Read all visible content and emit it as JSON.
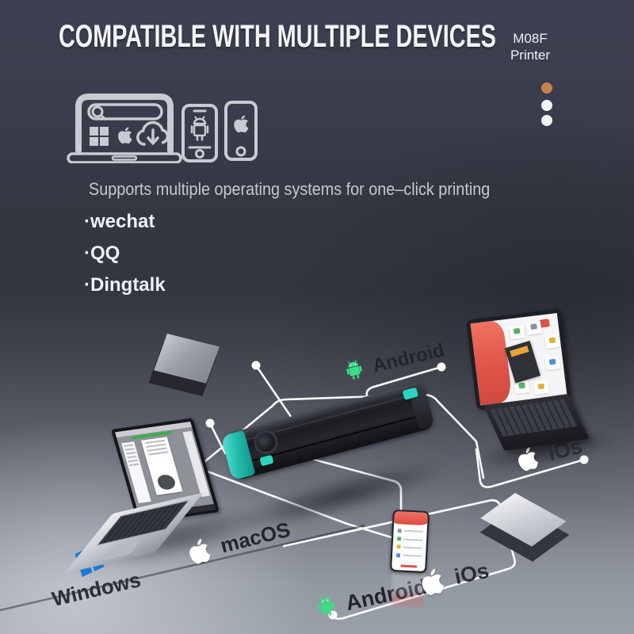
{
  "header": {
    "title": "COMPATIBLE WITH MULTIPLE DEVICES",
    "model": "M08F",
    "model_sub": "Printer",
    "subtitle": "Supports multiple operating systems for one–click printing"
  },
  "apps": {
    "items": [
      "·wechat",
      "·QQ",
      "·Dingtalk"
    ]
  },
  "scene": {
    "labels": {
      "android_top": "Android",
      "ios_top": "iOs",
      "macos": "macOS",
      "windows": "Windows",
      "android_bottom": "Android",
      "ios_bottom": "iOs"
    }
  },
  "icons": {
    "illustration": [
      "laptop-outline-icon",
      "search-bar-icon",
      "windows-logo-icon",
      "apple-logo-icon",
      "cloud-download-icon",
      "android-phone-icon",
      "iphone-icon"
    ],
    "scene": [
      "android-robot-icon",
      "apple-logo-icon",
      "windows-logo-icon"
    ]
  },
  "colors": {
    "background_top": "#3B3E4F",
    "accent_teal": "#2ED3C2",
    "android_green": "#3DDC84",
    "windows_blue": "#1E79D7",
    "dot_orange": "#C2854C",
    "connector_line": "#FFFFFF"
  }
}
